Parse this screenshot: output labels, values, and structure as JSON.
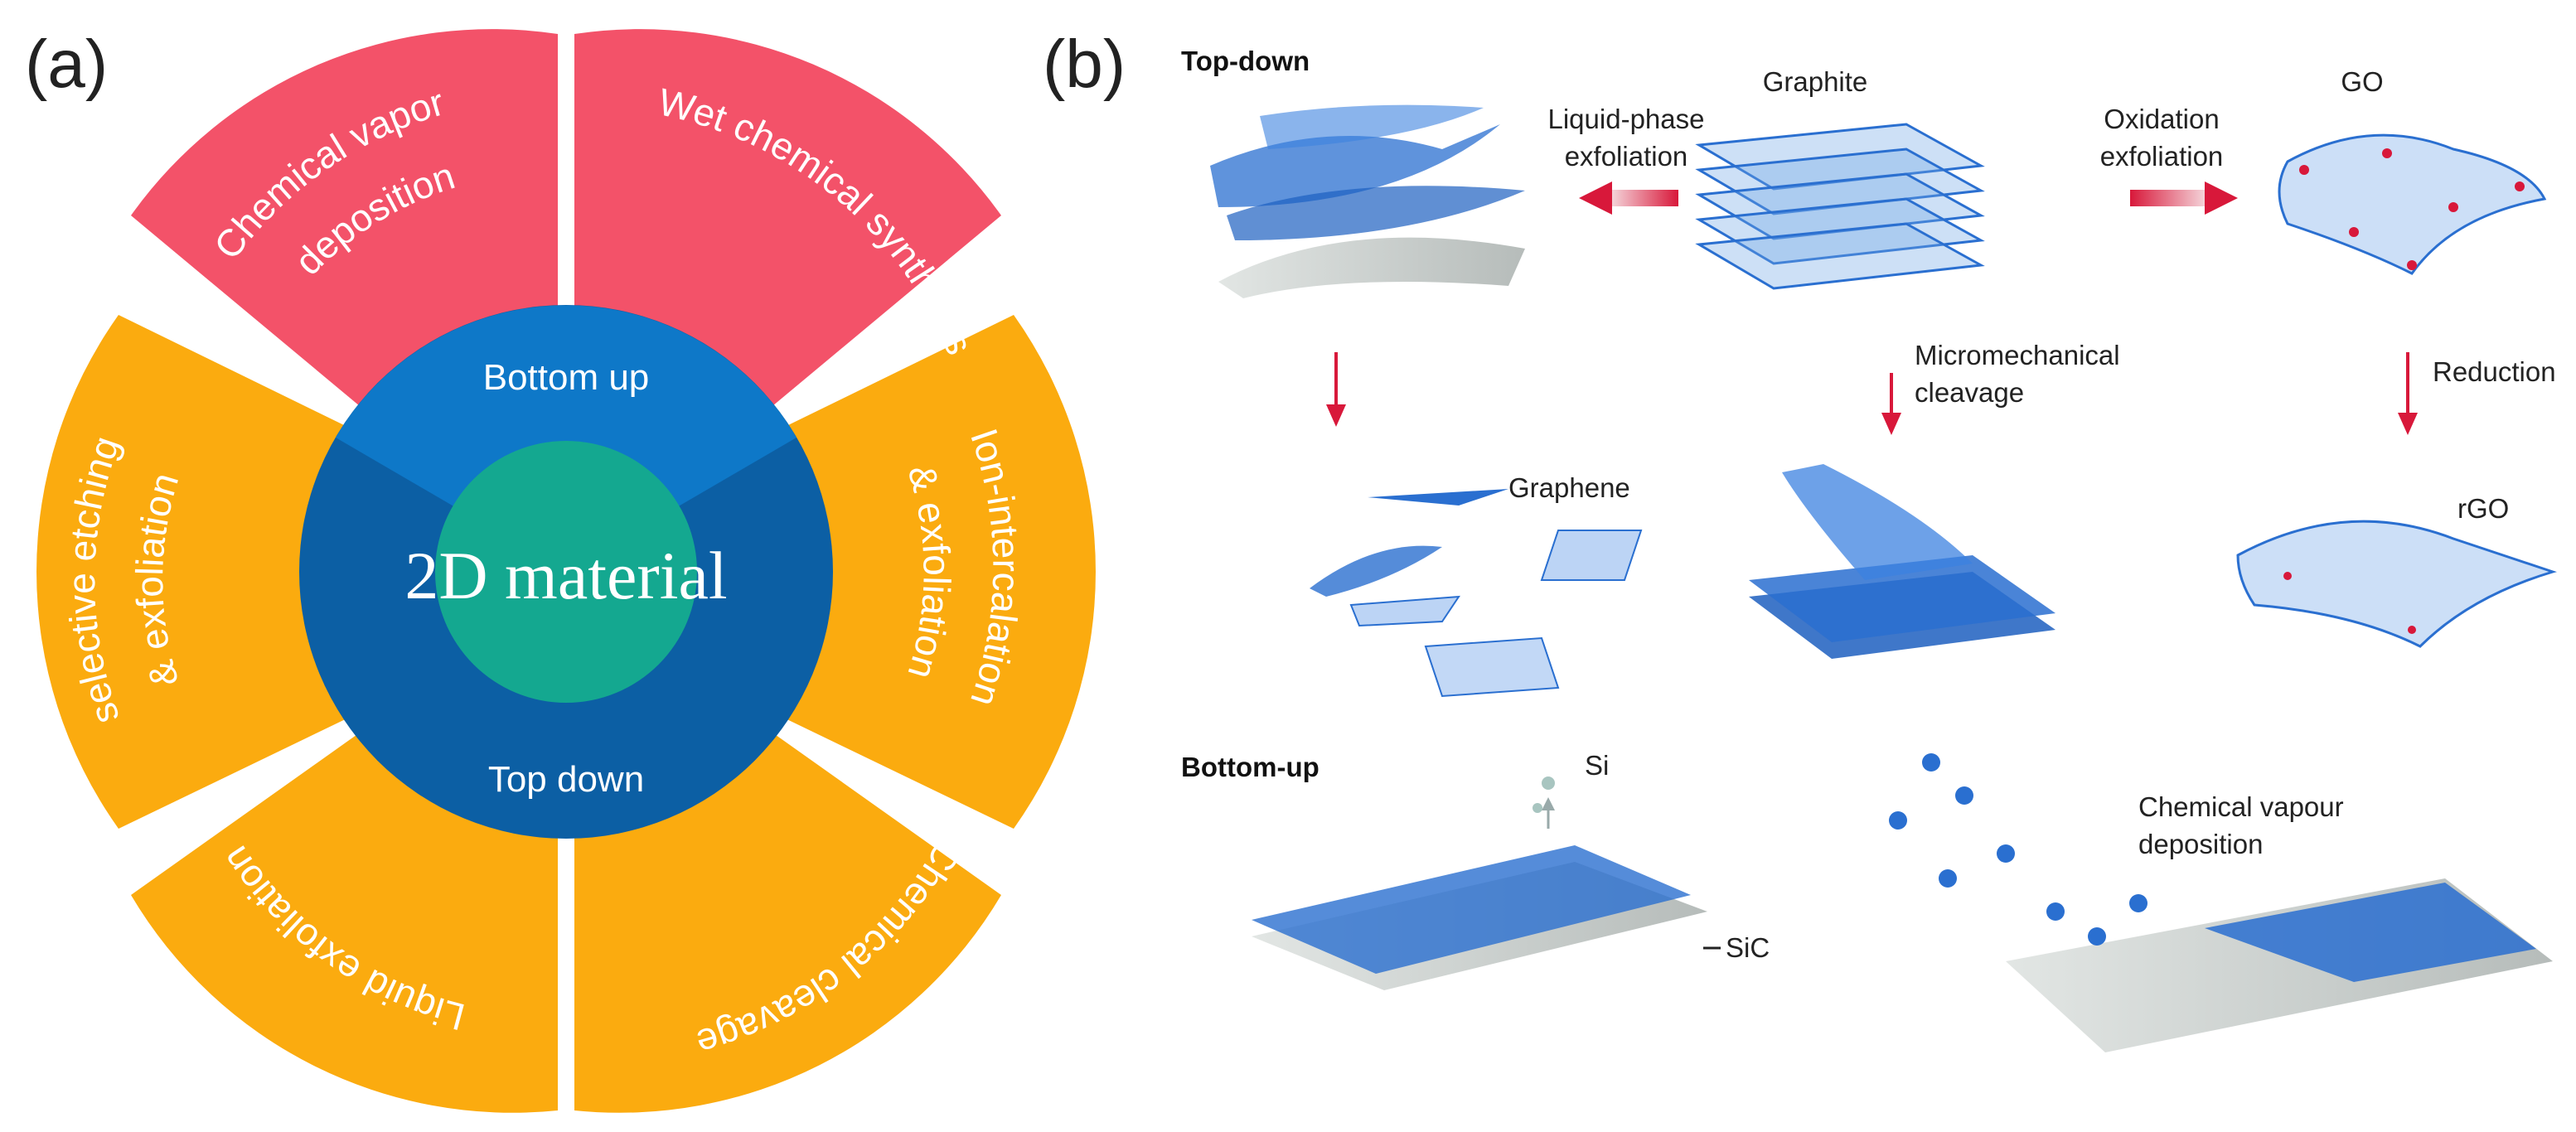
{
  "panel_a": {
    "label": "(a)",
    "core": "2D material",
    "inner_ring": {
      "top": "Bottom up",
      "bottom": "Top down"
    },
    "segments": {
      "cvd": [
        "Chemical vapor",
        "deposition"
      ],
      "wet": "Wet chemical synthesis",
      "ion": [
        "Ion-intercalation",
        "& exfoliation"
      ],
      "cleavage": "Chemical cleavage",
      "liquid": "Liquid exfoliation",
      "etching": [
        "selective etching",
        "& exfoliation"
      ]
    },
    "colors": {
      "bottom_up": "#f35269",
      "top_down": "#fbab0f",
      "ring_top": "#0e78c8",
      "ring_bottom": "#0c5fa4",
      "core": "#14a890"
    }
  },
  "panel_b": {
    "label": "(b)",
    "top_down": "Top-down",
    "bottom_up": "Bottom-up",
    "graphite": "Graphite",
    "go": "GO",
    "lpe": [
      "Liquid-phase",
      "exfoliation"
    ],
    "oxidation": [
      "Oxidation",
      "exfoliation"
    ],
    "micromech": [
      "Micromechanical",
      "cleavage"
    ],
    "reduction": "Reduction",
    "graphene": "Graphene",
    "rgo": "rGO",
    "si": "Si",
    "sic": "SiC",
    "cvd": [
      "Chemical vapour",
      "deposition"
    ],
    "colors": {
      "sheet": "#2a6fd0",
      "arrow": "#d8183a"
    }
  }
}
